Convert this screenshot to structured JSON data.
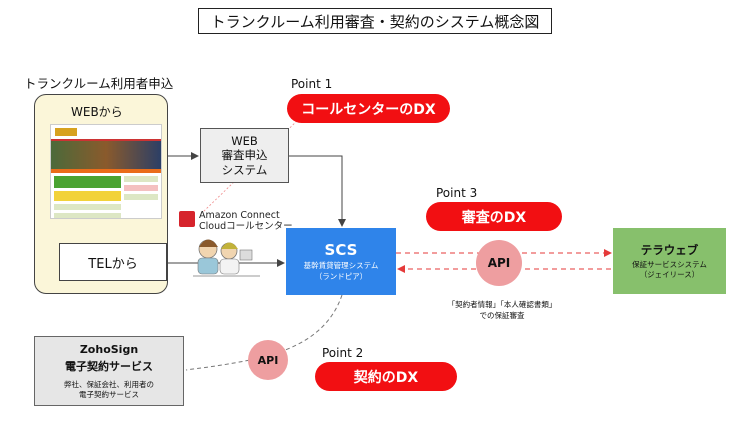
{
  "title": "トランクルーム利用審査・契約のシステム概念図",
  "applicant": {
    "section_label": "トランクルーム利用者申込",
    "web_label": "WEBから",
    "tel_label": "TELから"
  },
  "web_system": {
    "lines": [
      "WEB",
      "審査申込",
      "システム"
    ]
  },
  "points": [
    {
      "label": "Point 1",
      "pill": "コールセンターのDX"
    },
    {
      "label": "Point 3",
      "pill": "審査のDX"
    },
    {
      "label": "Point 2",
      "pill": "契約のDX"
    }
  ],
  "amazon_connect": {
    "line1": "Amazon Connect",
    "line2": "Cloudコールセンター"
  },
  "scs": {
    "title": "SCS",
    "line1": "基幹賃貸管理システム",
    "line2": "（ランドピア）"
  },
  "api_labels": {
    "api_right": "API",
    "api_bottom": "API"
  },
  "terraweb": {
    "title": "テラウェブ",
    "line1": "保証サービスシステム",
    "line2": "（ジェイリース）"
  },
  "review_note": {
    "line1": "「契約者情報」「本人確認書類」",
    "line2": "での保証審査"
  },
  "zoho": {
    "line1": "ZohoSign",
    "line2": "電子契約サービス",
    "line3": "弊社、保証会社、利用者の",
    "line4": "電子契約サービス"
  },
  "colors": {
    "accent_red": "#f20f12",
    "scs_blue": "#2f84ea",
    "partner_green": "#87c06c",
    "api_pink": "#ee9ea0",
    "applicant_bg": "#fbf6d9"
  }
}
